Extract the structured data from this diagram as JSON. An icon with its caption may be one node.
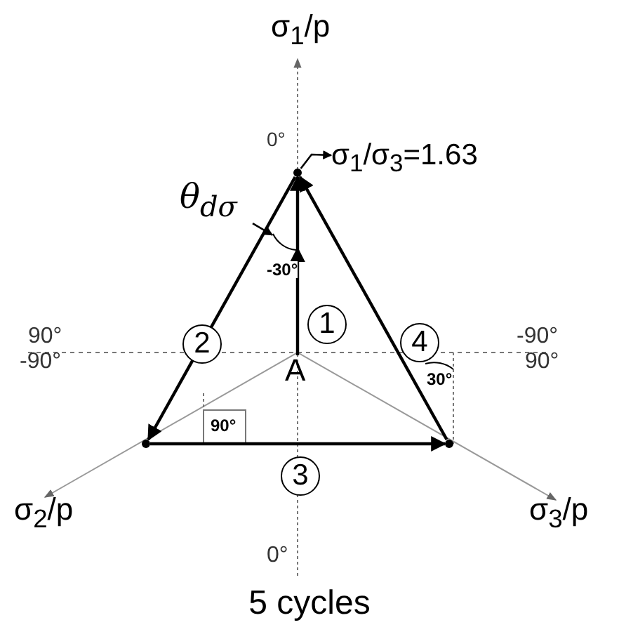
{
  "diagram": {
    "caption": "5 cycles",
    "nodes": [
      {
        "text": [
          "A"
        ]
      },
      {
        "text": [],
        "shape": "point"
      },
      {
        "text": [],
        "shape": "point"
      },
      {
        "text": [],
        "shape": "point"
      },
      {
        "text": [
          "σ$_{1}$/σ$_{3}$=1.63"
        ]
      },
      {
        "text": [
          "θ$_{dσ}$"
        ]
      },
      {
        "text": [],
        "shape": "arc"
      }
    ],
    "edges": [
      {
        "from": 0,
        "to": 1,
        "arrow": "to",
        "label": "1"
      },
      {
        "from": 1,
        "to": 2,
        "arrow": "to",
        "label": "2"
      },
      {
        "from": 2,
        "to": 3,
        "arrow": "to",
        "label": "3"
      },
      {
        "from": 3,
        "to": 1,
        "arrow": "to",
        "label": "4"
      },
      {
        "from": 1,
        "to": 4,
        "arrow": "to"
      },
      {
        "from": 5,
        "to": 6,
        "arrow": "to"
      }
    ],
    "labels": [
      "σ$_{1}$/p",
      "0°",
      "-30°",
      "90°",
      "-90°",
      "-90°",
      "90°",
      "30°",
      "90°",
      "σ$_{2}$/p",
      "σ$_{3}$/p",
      "0°"
    ]
  }
}
